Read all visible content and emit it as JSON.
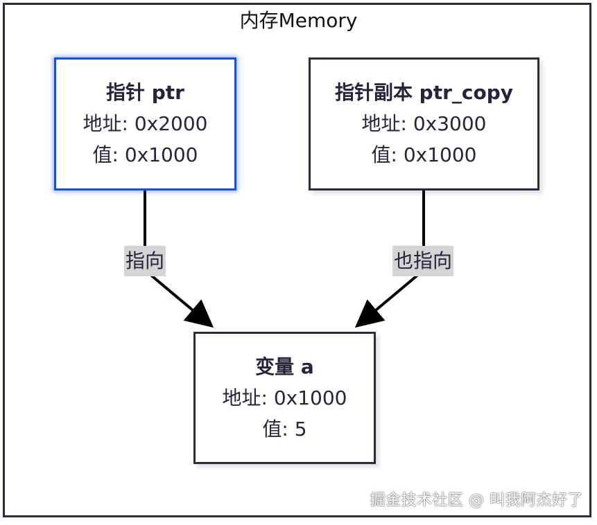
{
  "container": {
    "title": "内存Memory"
  },
  "nodes": {
    "ptr": {
      "title": "指针 ptr",
      "address": "地址: 0x2000",
      "value": "值: 0x1000"
    },
    "ptr_copy": {
      "title": "指针副本 ptr_copy",
      "address": "地址: 0x3000",
      "value": "值: 0x1000"
    },
    "a": {
      "title": "变量 a",
      "address": "地址: 0x1000",
      "value": "值: 5"
    }
  },
  "edges": {
    "ptr_to_a": "指向",
    "ptr_copy_to_a": "也指向"
  },
  "watermark": "掘金技术社区 @ 叫我阿杰好了",
  "colors": {
    "border": "#2b2b3d",
    "selected_border": "#1a4fd6",
    "edge_label_bg": "#d4d4d4"
  }
}
